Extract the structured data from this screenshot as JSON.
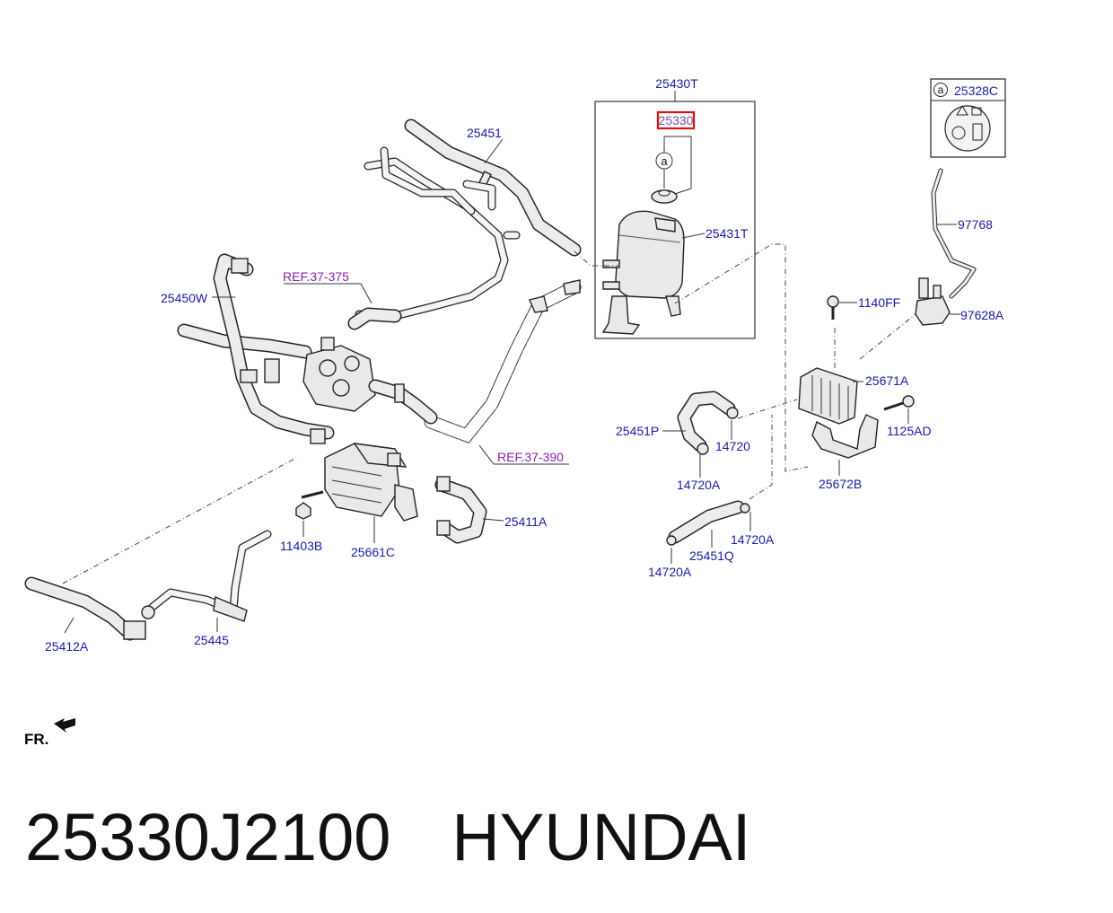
{
  "diagram": {
    "labels": [
      "25430T",
      "25330",
      "25431T",
      "25451",
      "25450W",
      "REF.37-375",
      "REF.37-390",
      "25328C",
      "97768",
      "1140FF",
      "97628A",
      "25671A",
      "1125AD",
      "25451P",
      "14720",
      "14720A",
      "25672B",
      "25411A",
      "11403B",
      "25661C",
      "14720A",
      "25451Q",
      "14720A",
      "25412A",
      "25445",
      "FR."
    ],
    "callout_letter": "a",
    "highlight_color": "#e01010",
    "label_color": "#1a1aa6",
    "ref_color": "#8a1fb0"
  },
  "footer": {
    "part_number": "25330J2100",
    "brand": "HYUNDAI"
  }
}
